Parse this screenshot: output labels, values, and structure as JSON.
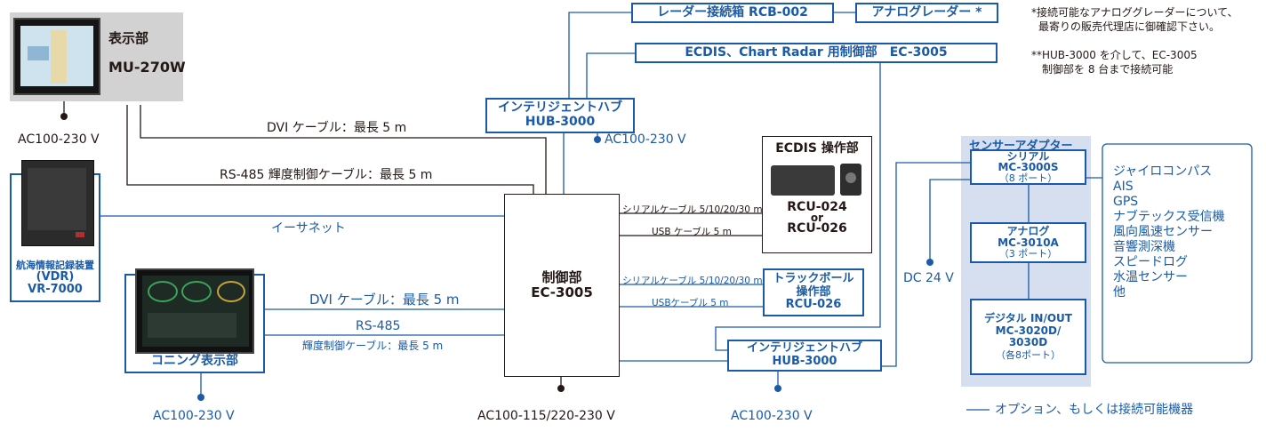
{
  "display_unit": {
    "title": "表示部",
    "model": "MU-270W",
    "power": "AC100-230 V"
  },
  "vdr": {
    "name": "航海情報記録装置",
    "abbr": "(VDR)",
    "model": "VR-7000"
  },
  "conning": {
    "name": "コニング表示部",
    "power": "AC100-230 V"
  },
  "control_unit": {
    "name": "制御部",
    "model": "EC-3005",
    "power": "AC100-115/220-230 V"
  },
  "hub_top": {
    "name": "インテリジェントハブ",
    "model": "HUB-3000",
    "power": "AC100-230 V"
  },
  "hub_bottom": {
    "name": "インテリジェントハブ",
    "model": "HUB-3000",
    "power": "AC100-230 V"
  },
  "rcb": {
    "label": "レーダー接続箱 RCB-002"
  },
  "analog_radar": {
    "label": "アナログレーダー *"
  },
  "ecdis_ctrl": {
    "label": "ECDIS、Chart Radar 用制御部　EC-3005"
  },
  "ecdis_op": {
    "title": "ECDIS 操作部",
    "model1": "RCU-024",
    "or": "or",
    "model2": "RCU-026"
  },
  "trackball": {
    "line1": "トラックボール",
    "line2": "操作部",
    "model": "RCU-026"
  },
  "cables": {
    "dvi_top": "DVI ケーブル：最長 5 m",
    "rs485_top": "RS-485 輝度制御ケーブル：最長 5 m",
    "ethernet": "イーサネット",
    "dvi_bottom": "DVI ケーブル：最長 5 m",
    "rs485_bottom": "RS-485",
    "brightness_bottom": "輝度制御ケーブル：最長 5 m",
    "serial_1": "シリアルケーブル 5/10/20/30 m",
    "usb_1": "USB ケーブル 5 m",
    "serial_2": "シリアルケーブル 5/10/20/30 m",
    "usb_2": "USBケーブル 5 m"
  },
  "dc24": "DC 24 V",
  "sensor_adapter": {
    "title": "センサーアダプター",
    "serial": {
      "l1": "シリアル",
      "l2": "MC-3000S",
      "l3": "（8 ポート）"
    },
    "analog": {
      "l1": "アナログ",
      "l2": "MC-3010A",
      "l3": "（3 ポート）"
    },
    "digital": {
      "l1": "デジタル IN/OUT",
      "l2": "MC-3020D/",
      "l3": "3030D",
      "l4": "（各8ポート）"
    }
  },
  "sensors": [
    "ジャイロコンパス",
    "AIS",
    "GPS",
    "ナブテックス受信機",
    "風向風速センサー",
    "音響測深機",
    "スピードログ",
    "水温センサー",
    "他"
  ],
  "notes": {
    "n1_l1": "*接続可能なアナロググレーダーについて、",
    "n1_l2": "最寄りの販売代理店に御確認下さい。",
    "n2_l1": "**HUB-3000 を介して、EC-3005",
    "n2_l2": "制御部を 8 台まで接続可能"
  },
  "legend": "オプション、もしくは接続可能機器",
  "colors": {
    "option": "#1a5aa6",
    "standard": "#231815",
    "panel": "#d5dff0"
  }
}
